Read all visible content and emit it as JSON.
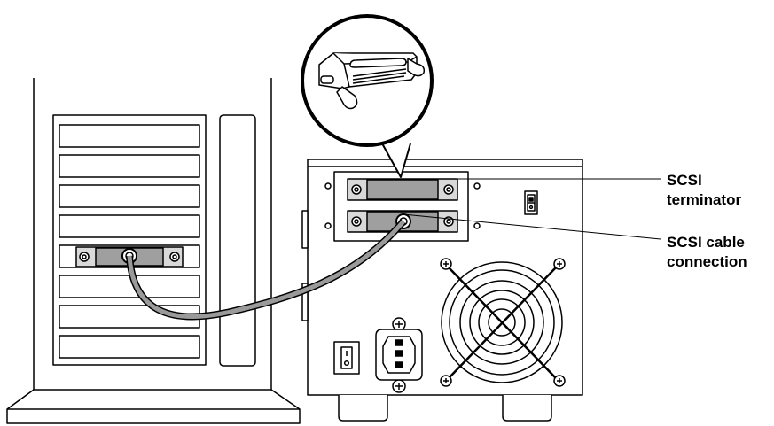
{
  "labels": {
    "terminator": {
      "line1": "SCSI",
      "line2": "terminator"
    },
    "cable": {
      "line1": "SCSI cable",
      "line2": "connection"
    }
  },
  "colors": {
    "stroke": "#000000",
    "fill": "#ffffff",
    "connector_fill": "#bdbdbd",
    "cable_gray": "#9a9a9a"
  }
}
